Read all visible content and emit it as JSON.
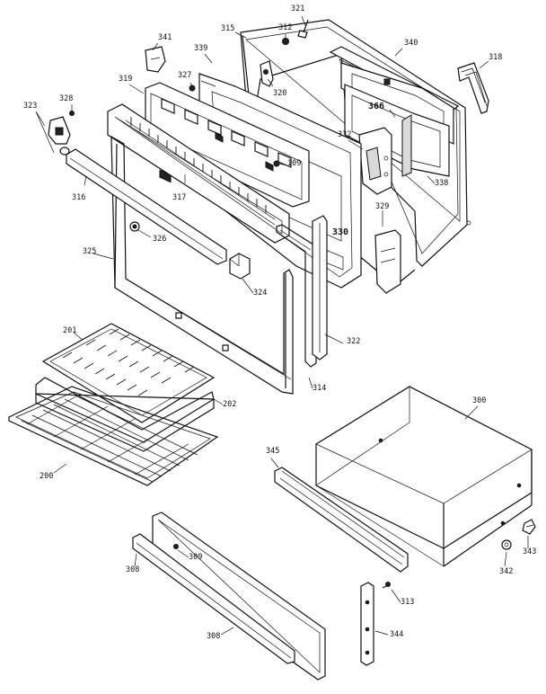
{
  "labels": {
    "p321": "321",
    "p312": "312",
    "p315": "315",
    "p341": "341",
    "p339": "339",
    "p340": "340",
    "p318": "318",
    "p327": "327",
    "p319": "319",
    "p320": "320",
    "p328": "328",
    "p323": "323",
    "p366": "366",
    "p332": "332",
    "p109": "109",
    "p338": "338",
    "p317": "317",
    "p316": "316",
    "p329": "329",
    "p330": "330",
    "p326": "326",
    "p325": "325",
    "p324": "324",
    "p322": "322",
    "p201": "201",
    "p314": "314",
    "p202": "202",
    "p300": "300",
    "p200": "200",
    "p345": "345",
    "p343": "343",
    "p342": "342",
    "p308a": "308",
    "p309": "309",
    "p313": "313",
    "p308b": "308",
    "p344": "344"
  }
}
